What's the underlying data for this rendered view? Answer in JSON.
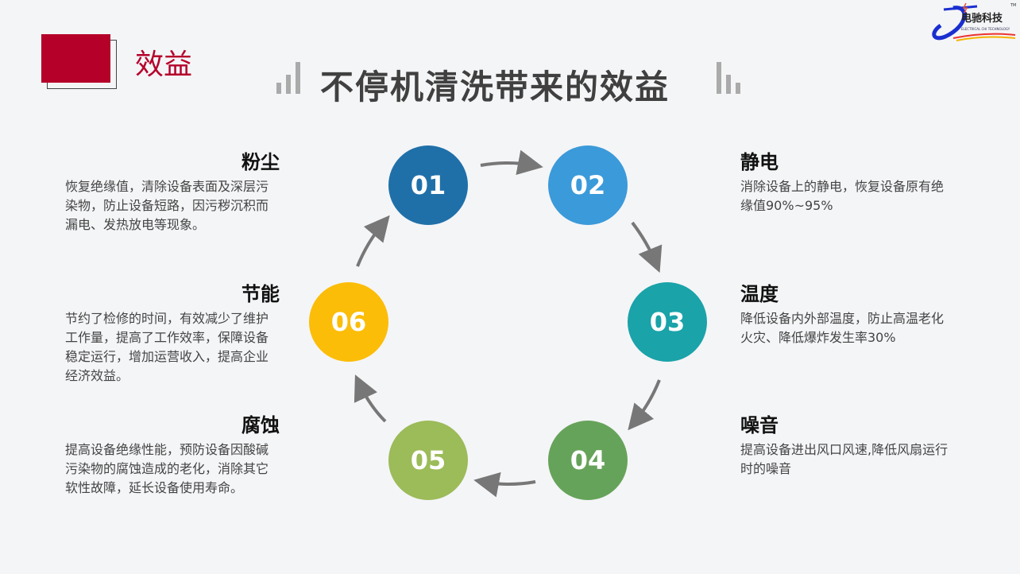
{
  "header": {
    "section": "效益",
    "title": "不停机清洗带来的效益",
    "logo_text": "电驰科技",
    "logo_subtext": "ELECTRICAL CHI TECHNOLOGY",
    "logo_tm": "TM"
  },
  "colors": {
    "accent": "#b5002a",
    "c1": "#1f70a9",
    "c2": "#3b9ad9",
    "c3": "#1aa3a9",
    "c4": "#66a35a",
    "c5": "#9cbb59",
    "c6": "#fbbd08"
  },
  "steps": [
    {
      "num": "01",
      "title": "粉尘",
      "text": "恢复绝缘值，清除设备表面及深层污染物，防止设备短路，因污秽沉积而漏电、发热放电等现象。"
    },
    {
      "num": "02",
      "title": "静电",
      "text": "消除设备上的静电，恢复设备原有绝缘值90%~95%"
    },
    {
      "num": "03",
      "title": "温度",
      "text": "降低设备内外部温度，防止高温老化火灾、降低爆炸发生率30%"
    },
    {
      "num": "04",
      "title": "噪音",
      "text": "提高设备进出风口风速,降低风扇运行时的噪音"
    },
    {
      "num": "05",
      "title": "腐蚀",
      "text": "提高设备绝缘性能，预防设备因酸碱污染物的腐蚀造成的老化，消除其它软性故障，延长设备使用寿命。"
    },
    {
      "num": "06",
      "title": "节能",
      "text": "节约了检修的时间，有效减少了维护工作量，提高了工作效率，保障设备稳定运行，增加运营收入，提高企业经济效益。"
    }
  ]
}
